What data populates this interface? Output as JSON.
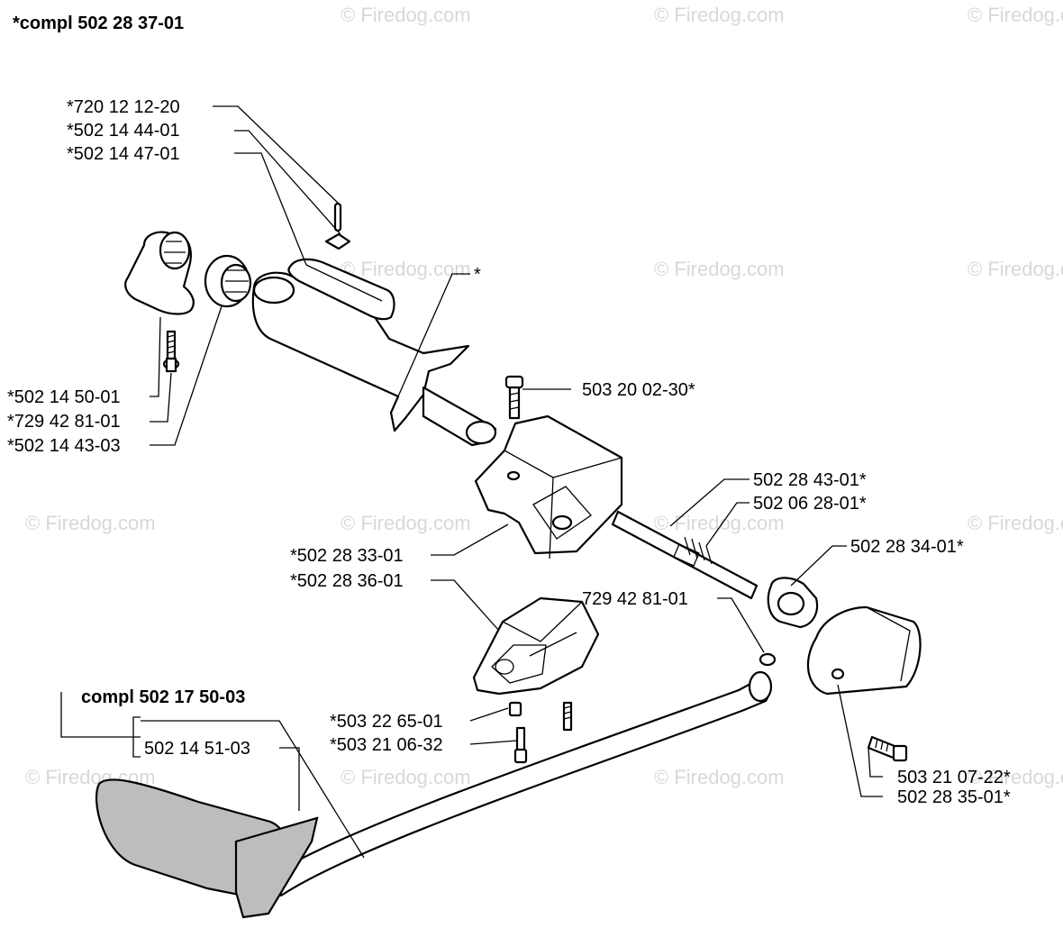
{
  "header": {
    "assembly_label": "*compl 502 28 37-01"
  },
  "watermark": "© Firedog.com",
  "labels": {
    "p1": "*720 12 12-20",
    "p2": "*502 14 44-01",
    "p3": "*502 14 47-01",
    "star": "*",
    "p4": "*502 14 50-01",
    "p5": "*729 42 81-01",
    "p6": "*502 14 43-03",
    "p7": "503 20 02-30*",
    "p8": "502 28 43-01*",
    "p9": "502 06 28-01*",
    "p10": "502 28 34-01*",
    "p11": "*502 28 33-01",
    "p12": "*502 28 36-01",
    "p13": "729 42 81-01",
    "p14": "compl 502 17 50-03",
    "p15": "502 14 51-03",
    "p16": "*503 22 65-01",
    "p17": "*503 21 06-32",
    "p18": "503 21 07-22*",
    "p19": "502 28 35-01*"
  }
}
